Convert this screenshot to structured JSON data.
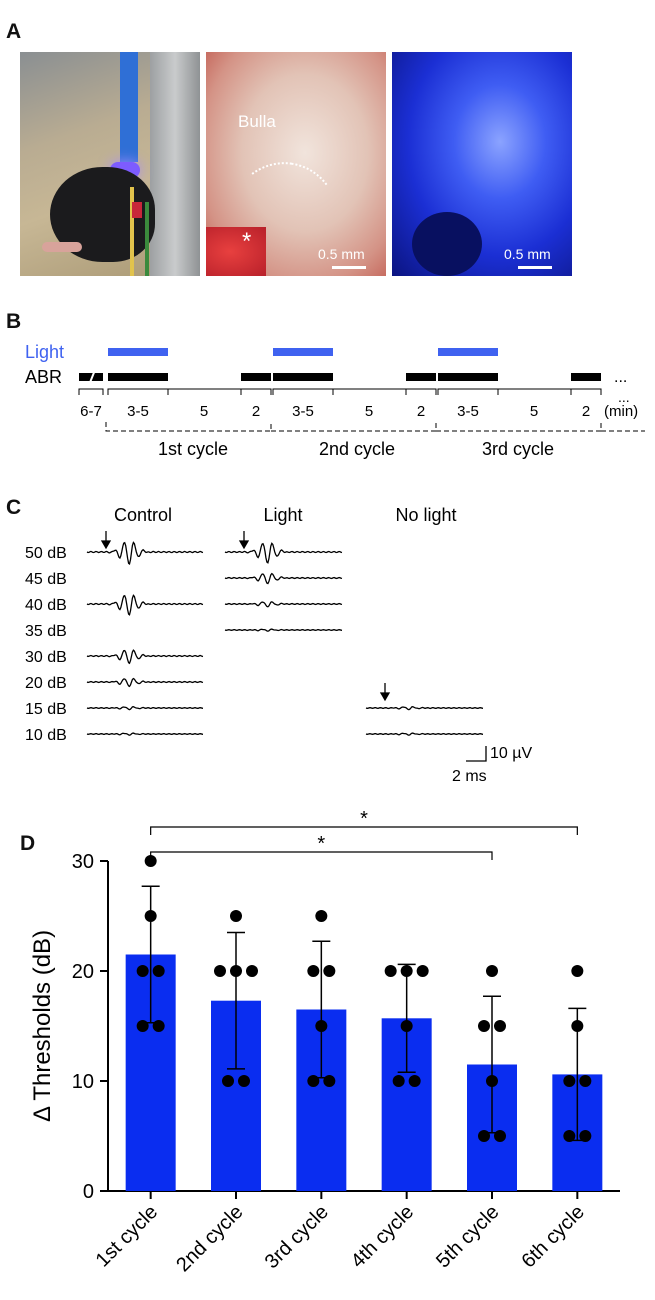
{
  "panels": {
    "a": "A",
    "b": "B",
    "c": "C",
    "d": "D"
  },
  "panel_a": {
    "photo2_label": "Bulla",
    "photo2_asterisk": "*",
    "scale_label": "0.5 mm"
  },
  "panel_b": {
    "light_label": "Light",
    "abr_label": "ABR",
    "ellipsis": "...",
    "durations": [
      "6-7",
      "3-5",
      "5",
      "2",
      "3-5",
      "5",
      "2",
      "3-5",
      "5",
      "2"
    ],
    "unit": "(min)",
    "cycles": [
      "1st cycle",
      "2nd cycle",
      "3rd cycle"
    ],
    "colors": {
      "light": "#3f62f0",
      "abr": "#000000"
    }
  },
  "panel_c": {
    "headers": [
      "Control",
      "Light",
      "No light"
    ],
    "levels": [
      "50 dB",
      "45 dB",
      "40 dB",
      "35 dB",
      "30 dB",
      "20 dB",
      "15 dB",
      "10 dB"
    ],
    "scale_v": "10 µV",
    "scale_t": "2 ms"
  },
  "chart_data": {
    "type": "bar",
    "categories": [
      "1st cycle",
      "2nd cycle",
      "3rd cycle",
      "4th cycle",
      "5th cycle",
      "6th cycle"
    ],
    "values": [
      21.5,
      17.3,
      16.5,
      15.7,
      11.5,
      10.6
    ],
    "error": [
      6.2,
      6.2,
      6.2,
      4.9,
      6.2,
      6.0
    ],
    "points": [
      [
        30,
        25,
        20,
        20,
        15,
        15
      ],
      [
        25,
        20,
        20,
        20,
        10,
        10
      ],
      [
        25,
        20,
        20,
        15,
        10,
        10
      ],
      [
        20,
        20,
        20,
        15,
        10,
        10
      ],
      [
        20,
        15,
        15,
        10,
        5,
        5
      ],
      [
        20,
        15,
        10,
        10,
        5,
        5
      ]
    ],
    "ylabel": "Δ Thresholds (dB)",
    "xlabel": "",
    "ylim": [
      0,
      30
    ],
    "yticks": [
      0,
      10,
      20,
      30
    ],
    "significance": [
      {
        "from": 0,
        "to": 5,
        "label": "*"
      },
      {
        "from": 0,
        "to": 4,
        "label": "*"
      }
    ],
    "bar_color": "#0a2df0",
    "grid": false
  }
}
